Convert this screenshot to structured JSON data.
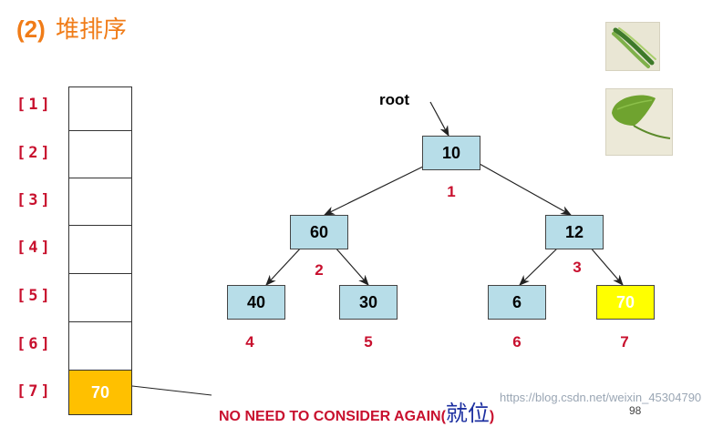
{
  "title": {
    "number": "(2)",
    "text": "堆排序"
  },
  "array": {
    "indices": [
      "[1]",
      "[2]",
      "[3]",
      "[4]",
      "[5]",
      "[6]",
      "[7]"
    ],
    "cell_7_value": "70"
  },
  "tree": {
    "root_label": "root",
    "nodes": [
      {
        "value": "10",
        "index": "1"
      },
      {
        "value": "60",
        "index": "2"
      },
      {
        "value": "12",
        "index": "3"
      },
      {
        "value": "40",
        "index": "4"
      },
      {
        "value": "30",
        "index": "5"
      },
      {
        "value": "6",
        "index": "6"
      },
      {
        "value": "70",
        "index": "7"
      }
    ]
  },
  "note": {
    "text": "NO NEED TO CONSIDER AGAIN(",
    "cn": "就位",
    "close": ")"
  },
  "watermark": "https://blog.csdn.net/weixin_45304790",
  "page_number": "98",
  "colors": {
    "title": "#f07c18",
    "index_red": "#c8102e",
    "node_fill": "#b7dde8",
    "placed_node": "#ffff00",
    "placed_cell": "#ffc000",
    "note_cn": "#1c2fa0"
  }
}
